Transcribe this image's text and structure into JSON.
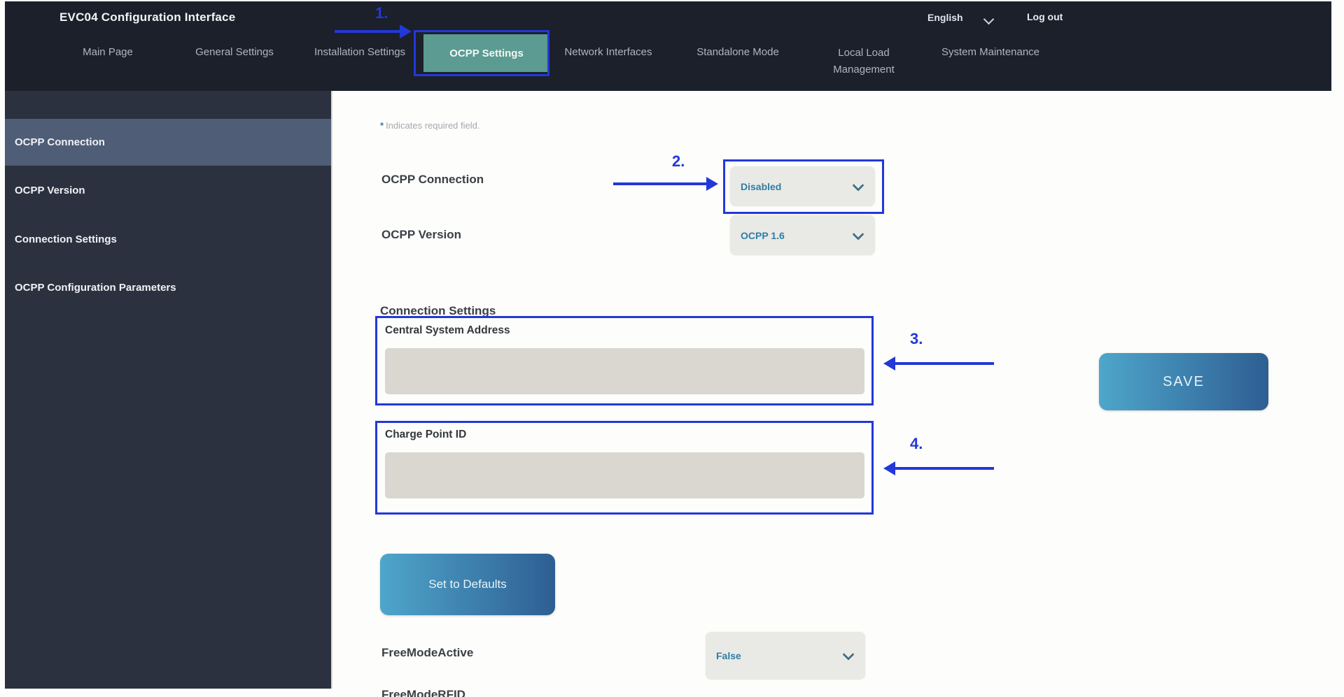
{
  "header": {
    "title": "EVC04 Configuration Interface",
    "language": "English",
    "logout_label": "Log out",
    "tabs": [
      {
        "label": "Main Page",
        "active": false
      },
      {
        "label": "General Settings",
        "active": false
      },
      {
        "label": "Installation Settings",
        "active": false
      },
      {
        "label": "OCPP Settings",
        "active": true
      },
      {
        "label": "Network Interfaces",
        "active": false
      },
      {
        "label": "Standalone Mode",
        "active": false
      },
      {
        "label": "Local Load Management",
        "active": false
      },
      {
        "label": "System Maintenance",
        "active": false
      }
    ]
  },
  "sidebar": {
    "items": [
      {
        "label": "OCPP Connection",
        "active": true
      },
      {
        "label": "OCPP Version",
        "active": false
      },
      {
        "label": "Connection Settings",
        "active": false
      },
      {
        "label": "OCPP Configuration Parameters",
        "active": false
      }
    ]
  },
  "main": {
    "required_asterisk": "*",
    "required_note": "Indicates required field.",
    "ocpp_connection": {
      "label": "OCPP Connection",
      "value": "Disabled"
    },
    "ocpp_version": {
      "label": "OCPP Version",
      "value": "OCPP 1.6"
    },
    "connection_settings_heading": "Connection Settings",
    "central_system_address": {
      "label": "Central System Address",
      "value": ""
    },
    "charge_point_id": {
      "label": "Charge Point ID",
      "value": ""
    },
    "free_mode_active": {
      "label": "FreeModeActive",
      "value": "False"
    },
    "free_mode_rfid": {
      "label": "FreeModeRFID"
    },
    "buttons": {
      "set_to_defaults": "Set to Defaults",
      "save": "SAVE"
    }
  },
  "annotations": {
    "step1": "1.",
    "step2": "2.",
    "step3": "3.",
    "step4": "4."
  },
  "colors": {
    "annotation_blue": "#2338d8",
    "header_bg": "#1b202b",
    "sidebar_bg": "#2b313e",
    "sidebar_active_bg": "#4f5d76",
    "active_tab_teal": "#5c9b91",
    "dropdown_bg": "#e9e9e6",
    "dropdown_text": "#2e7ea7",
    "input_bg": "#d9d7d0",
    "button_gradient_start": "#4ea6cb",
    "button_gradient_end": "#2e5e93"
  }
}
